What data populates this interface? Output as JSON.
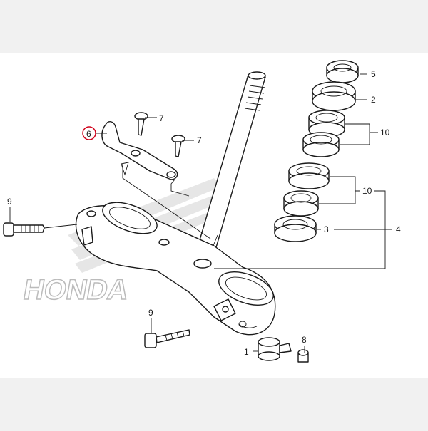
{
  "diagram": {
    "watermark": "HONDA",
    "highlight_color": "#d0021b",
    "callouts": [
      {
        "id": "c1",
        "label": "1"
      },
      {
        "id": "c2",
        "label": "2"
      },
      {
        "id": "c3",
        "label": "3"
      },
      {
        "id": "c4",
        "label": "4"
      },
      {
        "id": "c5",
        "label": "5"
      },
      {
        "id": "c6",
        "label": "6",
        "highlighted": true
      },
      {
        "id": "c7a",
        "label": "7"
      },
      {
        "id": "c7b",
        "label": "7"
      },
      {
        "id": "c8",
        "label": "8"
      },
      {
        "id": "c9a",
        "label": "9"
      },
      {
        "id": "c9b",
        "label": "9"
      },
      {
        "id": "c10a",
        "label": "10"
      },
      {
        "id": "c10b",
        "label": "10"
      }
    ]
  }
}
